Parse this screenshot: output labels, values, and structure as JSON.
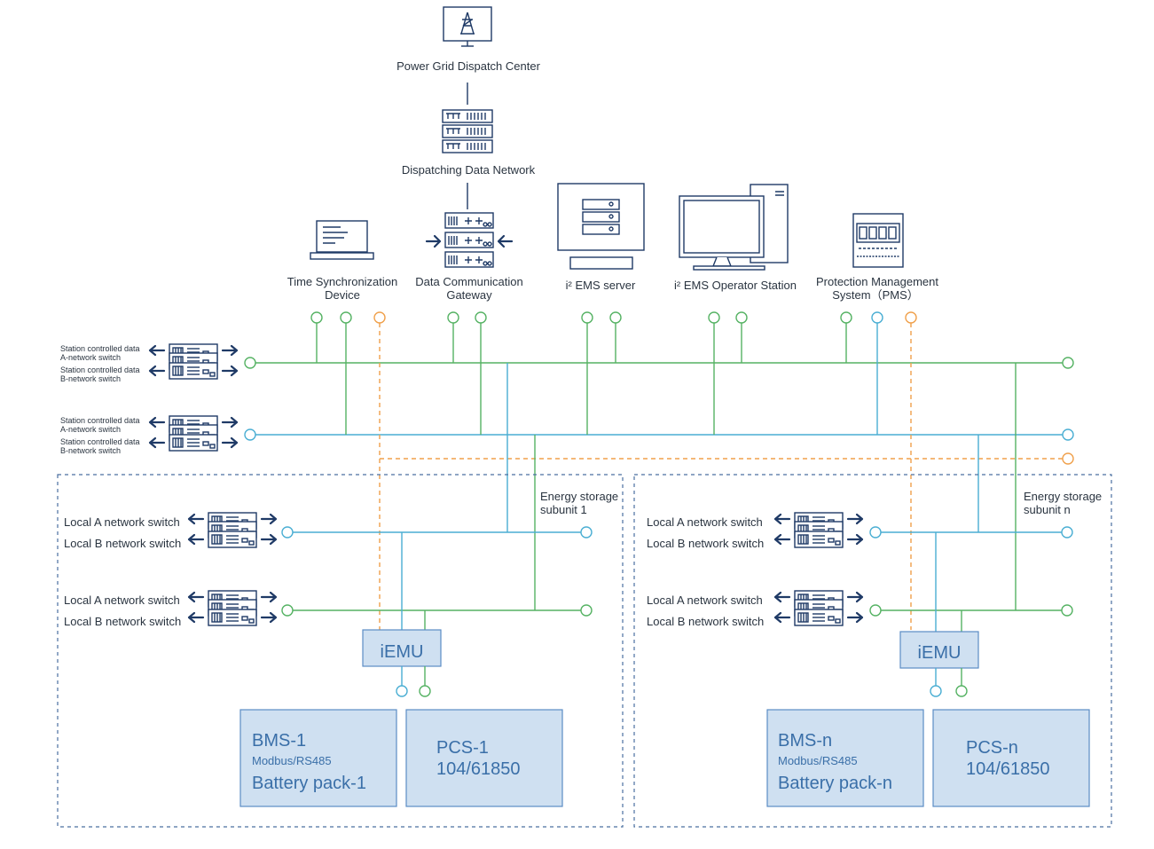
{
  "labels": {
    "dispatch_center": "Power Grid Dispatch Center",
    "dispatching_network": "Dispatching Data Network",
    "time_sync_1": "Time Synchronization",
    "time_sync_2": "Device",
    "dcg_1": "Data Communication",
    "dcg_2": "Gateway",
    "ems_server": "i² EMS server",
    "ems_operator": "i² EMS Operator Station",
    "pms_1": "Protection Management",
    "pms_2": "System（PMS）",
    "station_a_1": "Station controlled data",
    "station_a_2": "A-network switch",
    "station_b_1": "Station controlled data",
    "station_b_2": "B-network switch",
    "local_a": "Local A network switch",
    "local_b": "Local B network switch"
  },
  "subunits": [
    {
      "title_1": "Energy storage",
      "title_2": "subunit 1",
      "iemu": "iEMU",
      "bms_1": "BMS-1",
      "bms_2": "Modbus/RS485",
      "bms_3": "Battery pack-1",
      "pcs_1": "PCS-1",
      "pcs_2": "104/61850"
    },
    {
      "title_1": "Energy storage",
      "title_2": "subunit n",
      "iemu": "iEMU",
      "bms_1": "BMS-n",
      "bms_2": "Modbus/RS485",
      "bms_3": "Battery pack-n",
      "pcs_1": "PCS-n",
      "pcs_2": "104/61850"
    }
  ],
  "colors": {
    "network_a": "#55b263",
    "network_b": "#4aaed3",
    "time_sync_link": "#f0a04b",
    "device_outline": "#1f3a66",
    "box_fill": "#cfe0f1"
  },
  "icons": [
    "power-tower-icon",
    "server-rack-icon",
    "laptop-icon",
    "gateway-icon",
    "monitor-icon",
    "desktop-computer-icon",
    "protection-panel-icon",
    "network-switch-icon"
  ]
}
